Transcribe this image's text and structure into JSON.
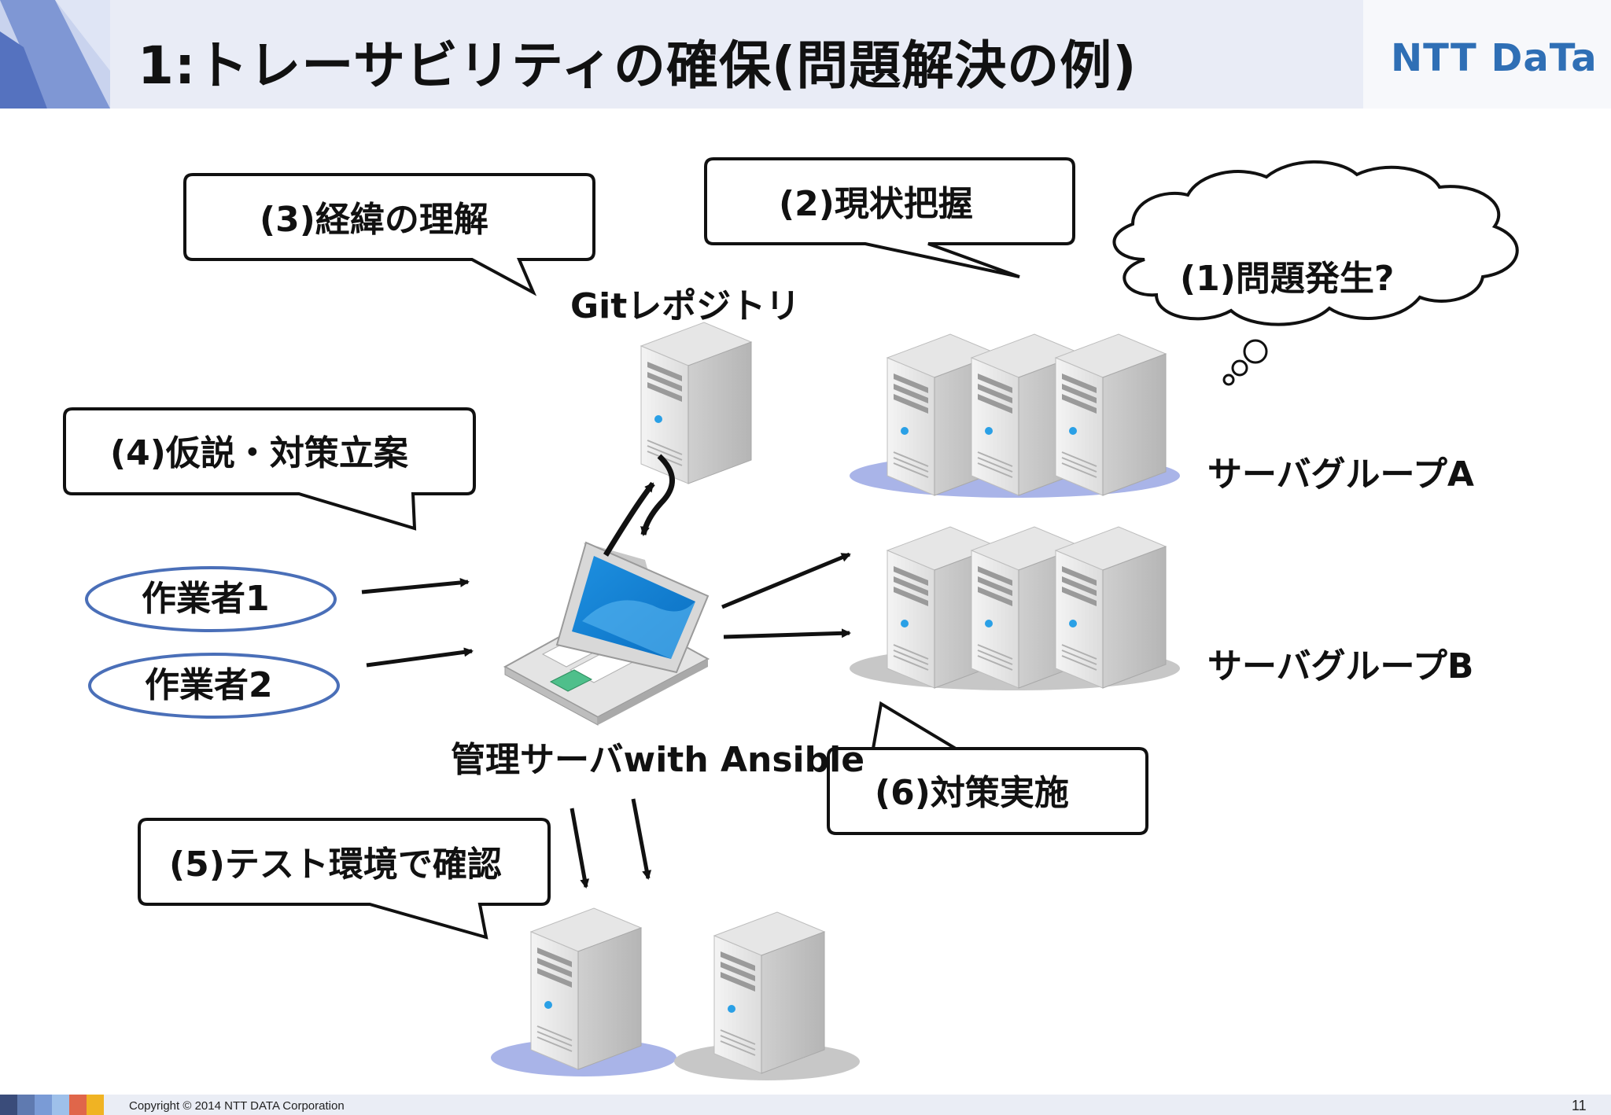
{
  "header": {
    "title": "1:トレーサビリティの確保(問題解決の例)",
    "logo": "NTT DaTa"
  },
  "bubbles": {
    "b1": "(1)問題発生?",
    "b2": "(2)現状把握",
    "b3": "(3)経緯の理解",
    "b4": "(4)仮説・対策立案",
    "b5": "(5)テスト環境で確認",
    "b6": "(6)対策実施"
  },
  "labels": {
    "git_repo": "Gitレポジトリ",
    "server_group_a": "サーバグループA",
    "server_group_b": "サーバグループB",
    "mgmt_server": "管理サーバwith Ansible"
  },
  "workers": {
    "worker1": "作業者1",
    "worker2": "作業者2"
  },
  "footer": {
    "copyright": "Copyright © 2014 NTT DATA Corporation",
    "page_number": "11"
  },
  "colors": {
    "header_bg": "#e9ecf6",
    "logo_blue": "#2f6fb5",
    "ellipse_stroke": "#4a6fb8",
    "shadow_blue": "#a9b4e8",
    "shadow_gray": "#c7c7c7"
  }
}
